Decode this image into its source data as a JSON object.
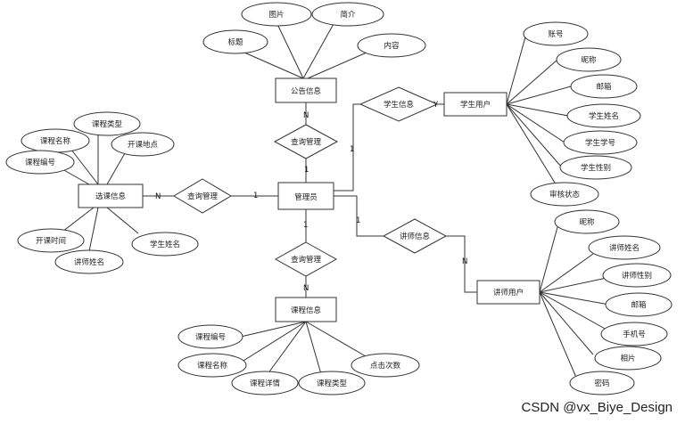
{
  "entities": {
    "announcement": "公告信息",
    "admin": "管理员",
    "student_user": "学生用户",
    "selection": "选课信息",
    "course": "课程信息",
    "teacher_user": "讲师用户"
  },
  "relations": {
    "rel_top": "查询管理",
    "rel_left": "查询管理",
    "rel_bottom": "查询管理",
    "rel_student": "学生信息",
    "rel_teacher": "讲师信息"
  },
  "attributes": {
    "ann_title": "标题",
    "ann_image": "图片",
    "ann_intro": "简介",
    "ann_content": "内容",
    "stu_account": "账号",
    "stu_nickname": "昵称",
    "stu_email": "邮箱",
    "stu_name": "学生姓名",
    "stu_number": "学生学号",
    "stu_gender": "学生性别",
    "stu_review": "审核状态",
    "sel_type": "课程类型",
    "sel_name": "课程名称",
    "sel_place": "开课地点",
    "sel_code": "课程编号",
    "sel_time": "开课时间",
    "sel_teacher": "讲师姓名",
    "sel_student": "学生姓名",
    "tea_nickname": "昵称",
    "tea_name": "讲师姓名",
    "tea_gender": "讲师性别",
    "tea_email": "邮箱",
    "tea_phone": "手机号",
    "tea_photo": "相片",
    "tea_password": "密码",
    "crs_code": "课程编号",
    "crs_name": "课程名称",
    "crs_detail": "课程详情",
    "crs_type": "课程类型",
    "crs_clicks": "点击次数"
  },
  "cardinality": {
    "top_n": "N",
    "top_1": "1",
    "left_n": "N",
    "left_1": "1",
    "bottom_1": "1",
    "bottom_n": "N",
    "student_1": "1",
    "student_y": "Y",
    "teacher_1": "1",
    "teacher_n": "N"
  },
  "watermark": "CSDN @vx_Biye_Design"
}
